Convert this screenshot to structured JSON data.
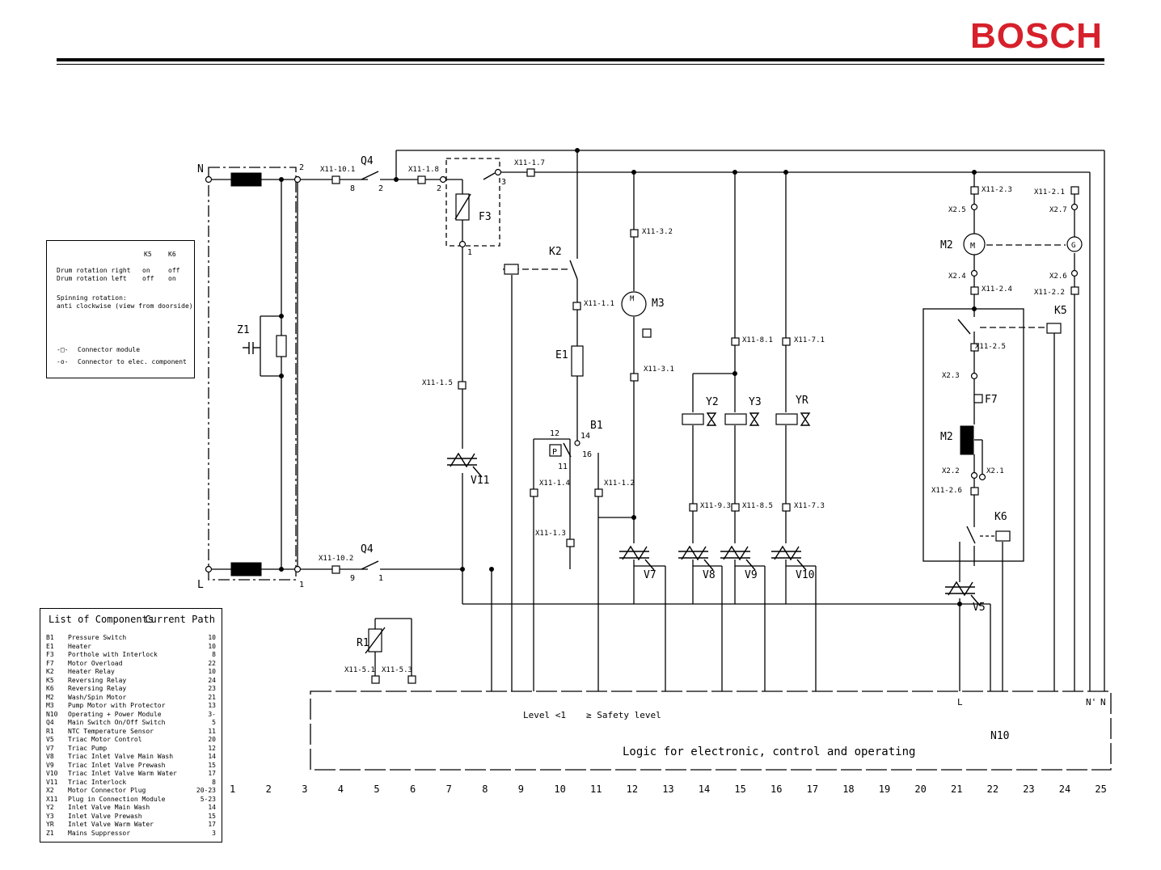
{
  "header": {
    "logo": "BOSCH",
    "logo_color": "#d6202b"
  },
  "legend": {
    "col_k5": "K5",
    "col_k6": "K6",
    "rows": [
      {
        "label": "Drum rotation right",
        "k5": "on",
        "k6": "off"
      },
      {
        "label": "Drum rotation left",
        "k5": "off",
        "k6": "on"
      }
    ],
    "spin_line1": "Spinning rotation:",
    "spin_line2": "anti clockwise (view from doorside)",
    "connector_module": "Connector module",
    "connector_elec": "Connector to elec. component"
  },
  "components": {
    "title": "List of Components",
    "path_title": "Current Path",
    "items": [
      {
        "code": "B1",
        "desc": "Pressure Switch",
        "path": "10"
      },
      {
        "code": "E1",
        "desc": "Heater",
        "path": "10"
      },
      {
        "code": "F3",
        "desc": "Porthole with Interlock",
        "path": "8"
      },
      {
        "code": "F7",
        "desc": "Motor Overload",
        "path": "22"
      },
      {
        "code": "K2",
        "desc": "Heater Relay",
        "path": "10"
      },
      {
        "code": "K5",
        "desc": "Reversing Relay",
        "path": "24"
      },
      {
        "code": "K6",
        "desc": "Reversing Relay",
        "path": "23"
      },
      {
        "code": "M2",
        "desc": "Wash/Spin Motor",
        "path": "21"
      },
      {
        "code": "M3",
        "desc": "Pump Motor with Protector",
        "path": "13"
      },
      {
        "code": "N10",
        "desc": "Operating + Power Module",
        "path": "3-"
      },
      {
        "code": "Q4",
        "desc": "Main Switch On/Off Switch",
        "path": "5"
      },
      {
        "code": "R1",
        "desc": "NTC Temperature Sensor",
        "path": "11"
      },
      {
        "code": "V5",
        "desc": "Triac Motor Control",
        "path": "20"
      },
      {
        "code": "V7",
        "desc": "Triac Pump",
        "path": "12"
      },
      {
        "code": "V8",
        "desc": "Triac Inlet Valve Main Wash",
        "path": "14"
      },
      {
        "code": "V9",
        "desc": "Triac Inlet Valve Prewash",
        "path": "15"
      },
      {
        "code": "V10",
        "desc": "Triac Inlet Valve Warm Water",
        "path": "17"
      },
      {
        "code": "V11",
        "desc": "Triac Interlock",
        "path": "8"
      },
      {
        "code": "X2",
        "desc": "Motor Connector Plug",
        "path": "20-23"
      },
      {
        "code": "X11",
        "desc": "Plug in Connection Module",
        "path": "5-23"
      },
      {
        "code": "Y2",
        "desc": "Inlet Valve Main Wash",
        "path": "14"
      },
      {
        "code": "Y3",
        "desc": "Inlet Valve Prewash",
        "path": "15"
      },
      {
        "code": "YR",
        "desc": "Inlet Valve Warm Water",
        "path": "17"
      },
      {
        "code": "Z1",
        "desc": "Mains Suppressor",
        "path": "3"
      }
    ]
  },
  "labels": {
    "N": "N",
    "L": "L",
    "t2": "2",
    "t1": "1",
    "x11_10_1": "X11-10.1",
    "x11_10_2": "X11-10.2",
    "q4": "Q4",
    "q4b": "Q4",
    "q4_8": "8",
    "q4_2": "2",
    "q4_9": "9",
    "q4_1": "1",
    "x11_1_8": "X11-1.8",
    "x11_1_7": "X11-1.7",
    "f3": "F3",
    "f3_2": "2",
    "f3_3": "3",
    "f3_1": "1",
    "k2": "K2",
    "x11_1_1": "X11-1.1",
    "e1": "E1",
    "b1": "B1",
    "b1_12": "12",
    "b1_14": "14",
    "b1_11": "11",
    "b1_16": "16",
    "b1_p": "P",
    "x11_1_4": "X11-1.4",
    "x11_1_3": "X11-1.3",
    "x11_1_2": "X11-1.2",
    "x11_1_5": "X11-1.5",
    "v11": "V11",
    "z1": "Z1",
    "x11_3_2": "X11-3.2",
    "m3": "M3",
    "m3_m": "M",
    "x11_3_1": "X11-3.1",
    "v7": "V7",
    "x11_8_1": "X11-8.1",
    "x11_7_1": "X11-7.1",
    "y2": "Y2",
    "y3": "Y3",
    "yr": "YR",
    "x11_9_3": "X11-9.3",
    "x11_8_5": "X11-8.5",
    "x11_7_3": "X11-7.3",
    "v8": "V8",
    "v9": "V9",
    "v10": "V10",
    "x11_2_3": "X11-2.3",
    "x11_2_1": "X11-2.1",
    "x2_5": "X2.5",
    "x2_7": "X2.7",
    "m2": "M2",
    "m2_m": "M",
    "m2_g": "G",
    "x2_4": "X2.4",
    "x2_6": "X2.6",
    "x11_2_4": "X11-2.4",
    "x11_2_2": "X11-2.2",
    "k5": "K5",
    "x11_2_5": "X11-2.5",
    "x2_3": "X2.3",
    "f7": "F7",
    "m2b": "M2",
    "x2_2": "X2.2",
    "x2_1": "X2.1",
    "x11_2_6": "X11-2.6",
    "k6": "K6",
    "v5": "V5",
    "r1": "R1",
    "x11_5_1": "X11-5.1",
    "x11_5_3": "X11-5.3",
    "level": "Level <1",
    "safety": "≥ Safety level",
    "n10": "N10",
    "logic": "Logic for electronic, control and operating",
    "bus_l": "L",
    "bus_n1": "N'",
    "bus_n": "N"
  },
  "path_numbers": [
    "1",
    "2",
    "3",
    "4",
    "5",
    "6",
    "7",
    "8",
    "9",
    "10",
    "11",
    "12",
    "13",
    "14",
    "15",
    "16",
    "17",
    "18",
    "19",
    "20",
    "21",
    "22",
    "23",
    "24",
    "25"
  ]
}
